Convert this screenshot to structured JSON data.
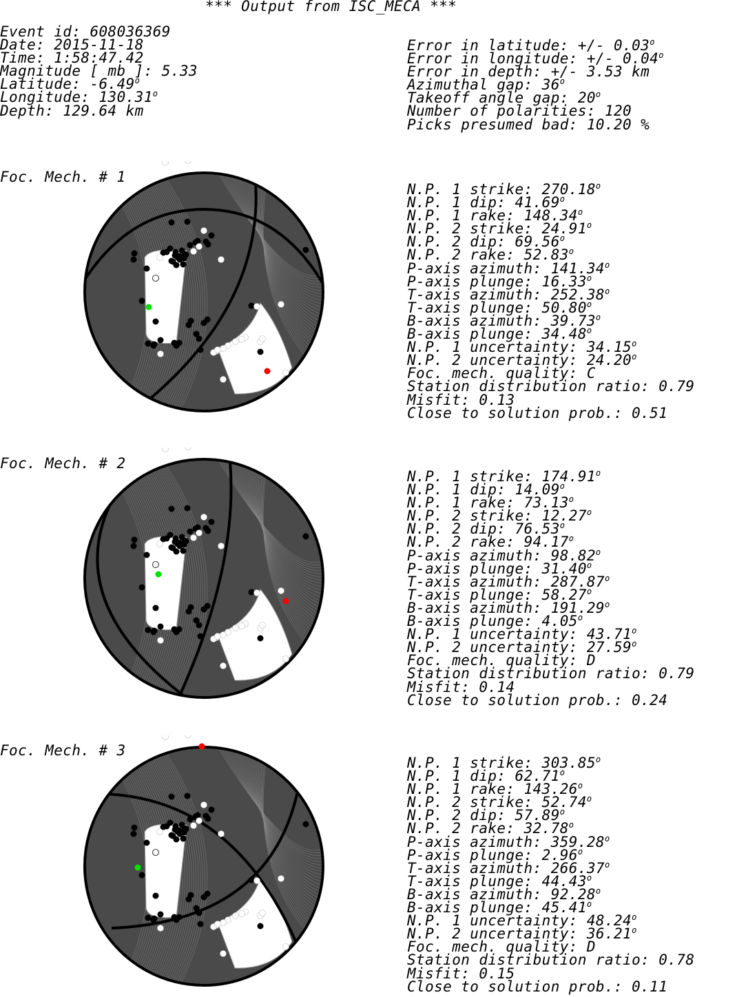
{
  "header": "*** Output from ISC_MECA ***",
  "event": [
    {
      "label": "Event id: ",
      "value": "608036369",
      "deg": false
    },
    {
      "label": "Date: ",
      "value": "2015-11-18",
      "deg": false
    },
    {
      "label": "Time: ",
      "value": "1:58:47.42",
      "deg": false
    },
    {
      "label": "Magnitude [ mb ]: ",
      "value": "5.33",
      "deg": false
    },
    {
      "label": "Latitude: ",
      "value": "-6.49",
      "deg": true
    },
    {
      "label": "Longitude: ",
      "value": "130.31",
      "deg": true
    },
    {
      "label": "Depth: ",
      "value": "129.64 km",
      "deg": false
    }
  ],
  "errors": [
    {
      "label": "Error in latitude: ",
      "value": "+/- 0.03",
      "deg": true
    },
    {
      "label": "Error in longitude: ",
      "value": "+/- 0.04",
      "deg": true
    },
    {
      "label": "Error in depth: ",
      "value": "+/- 3.53 km",
      "deg": false
    },
    {
      "label": "Azimuthal gap: ",
      "value": "36",
      "deg": true
    },
    {
      "label": "Takeoff angle gap: ",
      "value": "20",
      "deg": true
    },
    {
      "label": "Number of polarities: ",
      "value": "120",
      "deg": false
    },
    {
      "label": "Picks presumed bad: ",
      "value": "10.20 %",
      "deg": false
    }
  ],
  "mechanisms": [
    {
      "title": "Foc. Mech. # 1",
      "params": [
        {
          "label": "N.P. 1 strike: ",
          "value": "270.18",
          "deg": true
        },
        {
          "label": "N.P. 1 dip: ",
          "value": "41.69",
          "deg": true
        },
        {
          "label": "N.P. 1 rake: ",
          "value": "148.34",
          "deg": true
        },
        {
          "label": "N.P. 2 strike: ",
          "value": "24.91",
          "deg": true
        },
        {
          "label": "N.P. 2 dip: ",
          "value": "69.56",
          "deg": true
        },
        {
          "label": "N.P. 2 rake: ",
          "value": "52.83",
          "deg": true
        },
        {
          "label": "P-axis azimuth: ",
          "value": "141.34",
          "deg": true
        },
        {
          "label": "P-axis plunge: ",
          "value": "16.33",
          "deg": true
        },
        {
          "label": "T-axis azimuth: ",
          "value": "252.38",
          "deg": true
        },
        {
          "label": "T-axis plunge: ",
          "value": "50.80",
          "deg": true
        },
        {
          "label": "B-axis azimuth: ",
          "value": "39.73",
          "deg": true
        },
        {
          "label": "B-axis plunge: ",
          "value": "34.48",
          "deg": true
        },
        {
          "label": "N.P. 1 uncertainty: ",
          "value": "34.15",
          "deg": true
        },
        {
          "label": "N.P. 2 uncertainty: ",
          "value": "24.20",
          "deg": true
        },
        {
          "label": "Foc. mech. quality: ",
          "value": "C",
          "deg": false
        },
        {
          "label": "Station distribution ratio: ",
          "value": "0.79",
          "deg": false
        },
        {
          "label": "Misfit: ",
          "value": "0.13",
          "deg": false
        },
        {
          "label": "Close to solution prob.: ",
          "value": "0.51",
          "deg": false
        }
      ]
    },
    {
      "title": "Foc. Mech. # 2",
      "params": [
        {
          "label": "N.P. 1 strike: ",
          "value": "174.91",
          "deg": true
        },
        {
          "label": "N.P. 1 dip: ",
          "value": "14.09",
          "deg": true
        },
        {
          "label": "N.P. 1 rake: ",
          "value": "73.13",
          "deg": true
        },
        {
          "label": "N.P. 2 strike: ",
          "value": "12.27",
          "deg": true
        },
        {
          "label": "N.P. 2 dip: ",
          "value": "76.53",
          "deg": true
        },
        {
          "label": "N.P. 2 rake: ",
          "value": "94.17",
          "deg": true
        },
        {
          "label": "P-axis azimuth: ",
          "value": "98.82",
          "deg": true
        },
        {
          "label": "P-axis plunge: ",
          "value": "31.40",
          "deg": true
        },
        {
          "label": "T-axis azimuth: ",
          "value": "287.87",
          "deg": true
        },
        {
          "label": "T-axis plunge: ",
          "value": "58.27",
          "deg": true
        },
        {
          "label": "B-axis azimuth: ",
          "value": "191.29",
          "deg": true
        },
        {
          "label": "B-axis plunge: ",
          "value": "4.05",
          "deg": true
        },
        {
          "label": "N.P. 1 uncertainty: ",
          "value": "43.71",
          "deg": true
        },
        {
          "label": "N.P. 2 uncertainty: ",
          "value": "27.59",
          "deg": true
        },
        {
          "label": "Foc. mech. quality: ",
          "value": "D",
          "deg": false
        },
        {
          "label": "Station distribution ratio: ",
          "value": "0.79",
          "deg": false
        },
        {
          "label": "Misfit: ",
          "value": "0.14",
          "deg": false
        },
        {
          "label": "Close to solution prob.: ",
          "value": "0.24",
          "deg": false
        }
      ]
    },
    {
      "title": "Foc. Mech. # 3",
      "params": [
        {
          "label": "N.P. 1 strike: ",
          "value": "303.85",
          "deg": true
        },
        {
          "label": "N.P. 1 dip: ",
          "value": "62.71",
          "deg": true
        },
        {
          "label": "N.P. 1 rake: ",
          "value": "143.26",
          "deg": true
        },
        {
          "label": "N.P. 2 strike: ",
          "value": "52.74",
          "deg": true
        },
        {
          "label": "N.P. 2 dip: ",
          "value": "57.89",
          "deg": true
        },
        {
          "label": "N.P. 2 rake: ",
          "value": "32.78",
          "deg": true
        },
        {
          "label": "P-axis azimuth: ",
          "value": "359.28",
          "deg": true
        },
        {
          "label": "P-axis plunge: ",
          "value": "2.96",
          "deg": true
        },
        {
          "label": "T-axis azimuth: ",
          "value": "266.37",
          "deg": true
        },
        {
          "label": "T-axis plunge: ",
          "value": "44.43",
          "deg": true
        },
        {
          "label": "B-axis azimuth: ",
          "value": "92.28",
          "deg": true
        },
        {
          "label": "B-axis plunge: ",
          "value": "45.41",
          "deg": true
        },
        {
          "label": "N.P. 1 uncertainty: ",
          "value": "48.24",
          "deg": true
        },
        {
          "label": "N.P. 2 uncertainty: ",
          "value": "36.21",
          "deg": true
        },
        {
          "label": "Foc. mech. quality: ",
          "value": "D",
          "deg": false
        },
        {
          "label": "Station distribution ratio: ",
          "value": "0.78",
          "deg": false
        },
        {
          "label": "Misfit: ",
          "value": "0.15",
          "deg": false
        },
        {
          "label": "Close to solution prob.: ",
          "value": "0.11",
          "deg": false
        }
      ]
    }
  ],
  "colors": {
    "background": "#ffffff",
    "text": "#000000",
    "compressional_fill": "#4a4a4a",
    "dilatational_fill": "#ffffff",
    "uncertainty_lines": "#8a8a8a",
    "nodal_plane": "#000000",
    "compression_pick": "#000000",
    "dilatation_pick": "#ffffff",
    "p_axis_pick": "#ff0000",
    "t_axis_pick": "#00e000"
  }
}
